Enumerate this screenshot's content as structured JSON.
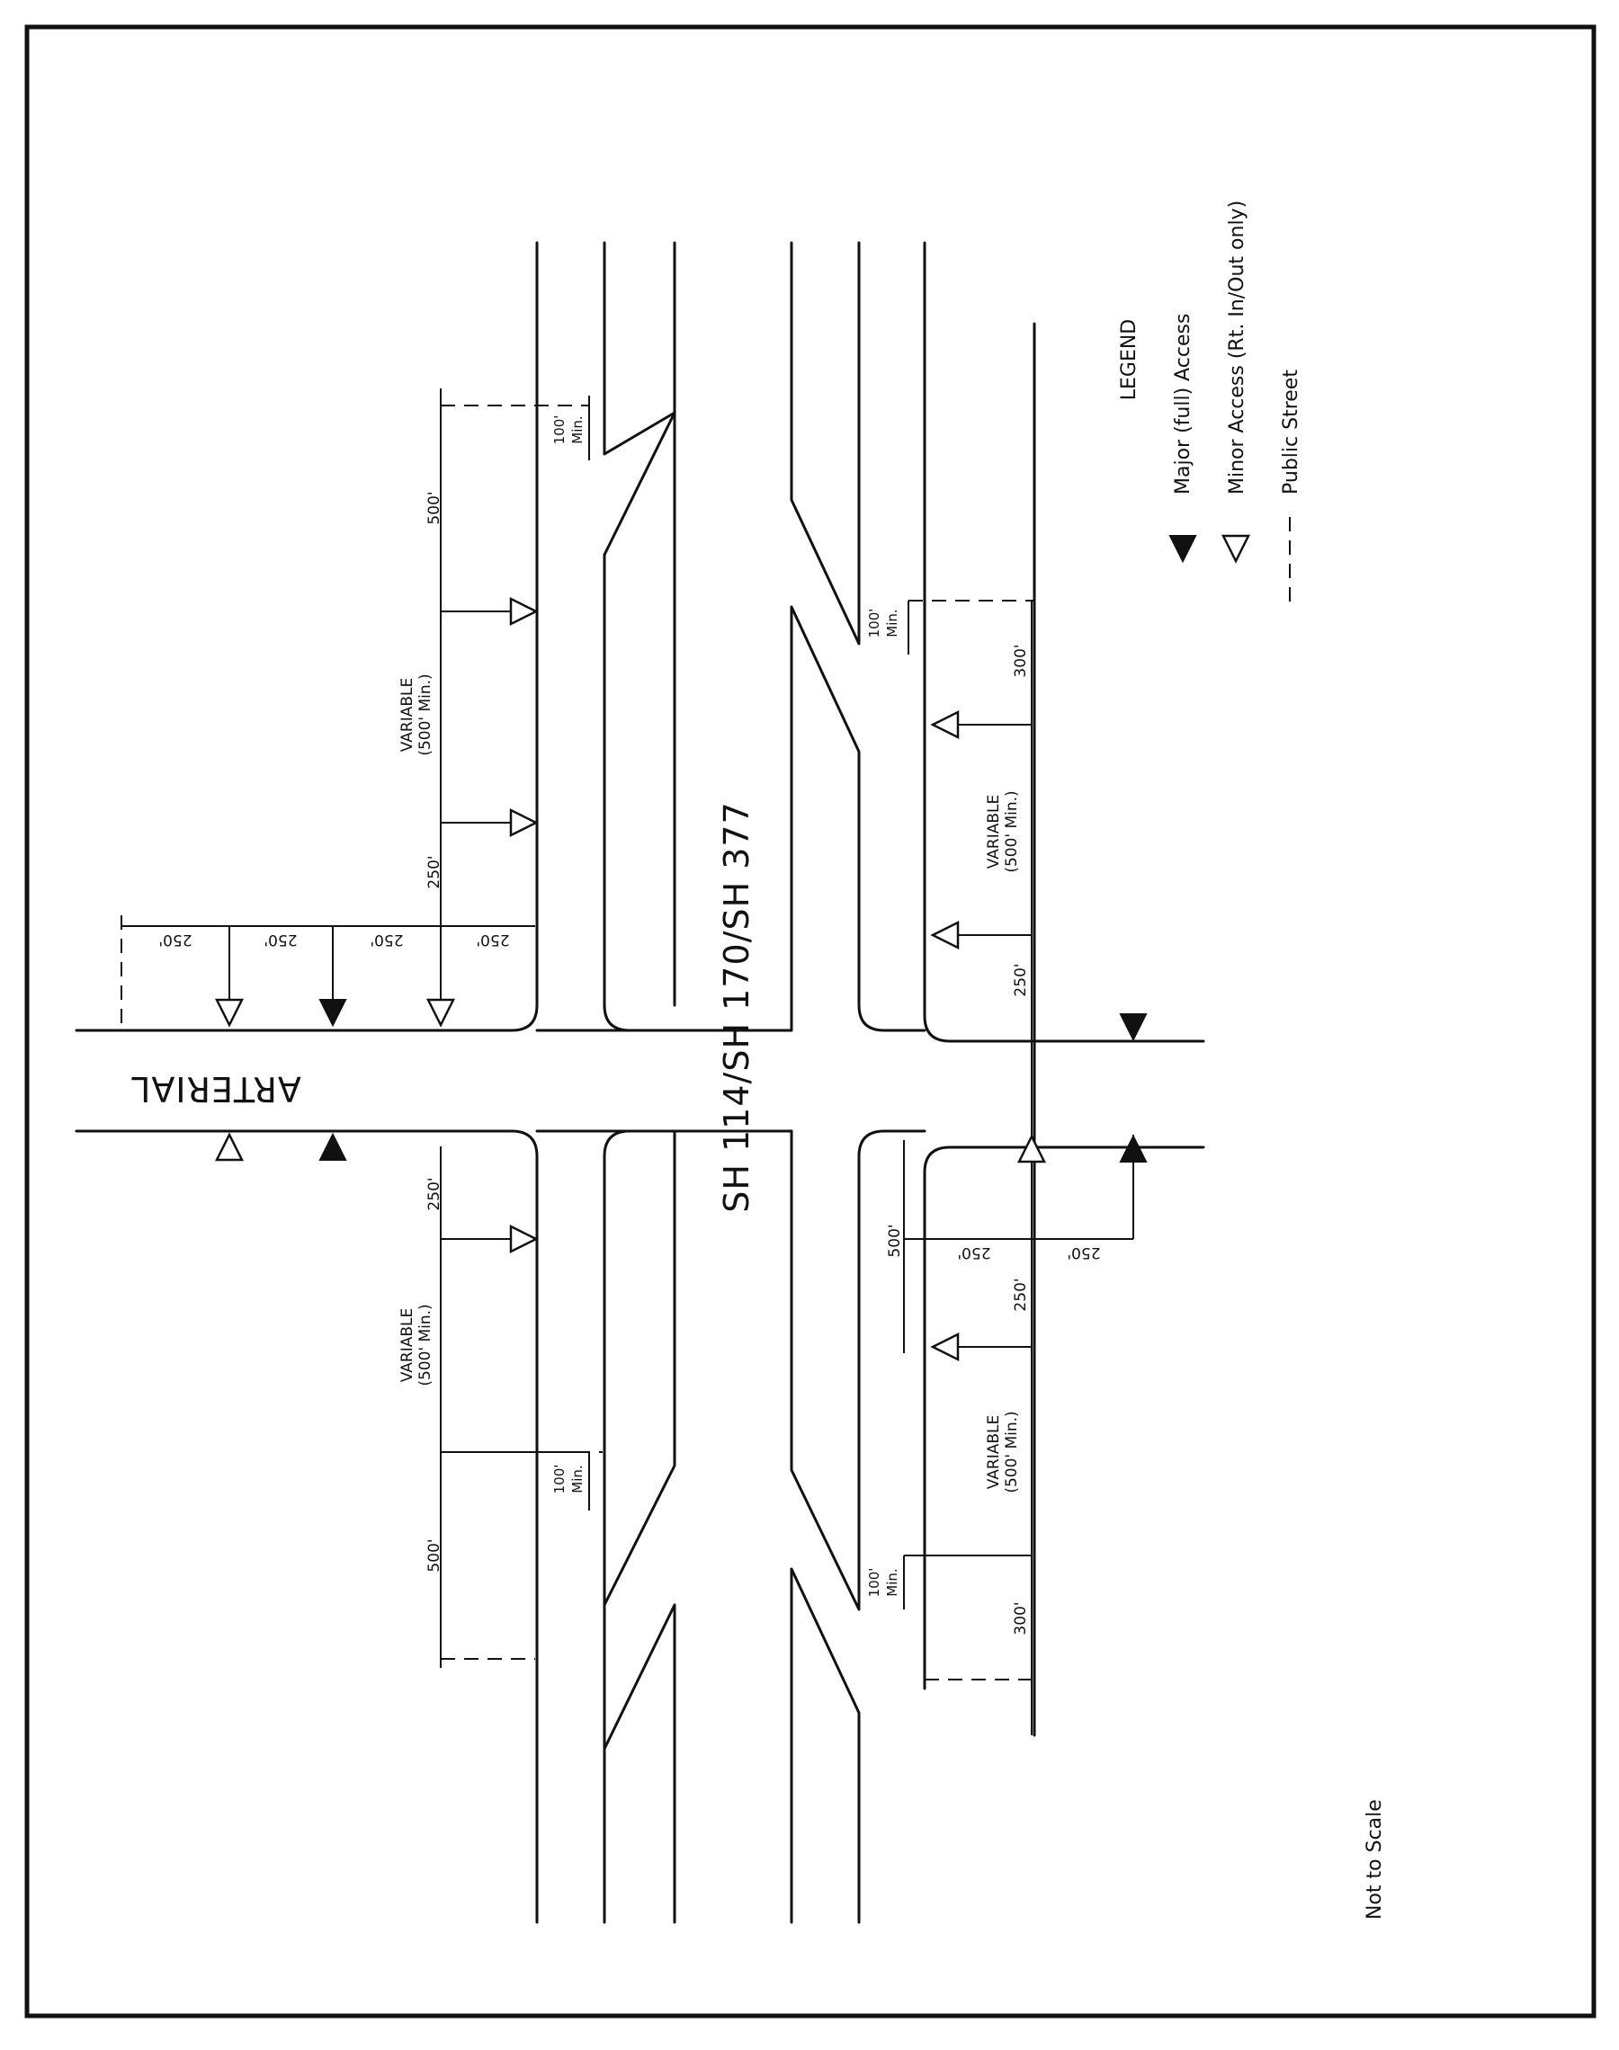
{
  "highway_label": "SH 114/SH 170/SH 377",
  "arterial_label": "ARTERIAL",
  "dimensions": {
    "d500": "500'",
    "d250": "250'",
    "d300": "300'",
    "d100": "100'",
    "min": "Min.",
    "variable": "VARIABLE",
    "variable_min": "(500' Min.)"
  },
  "legend": {
    "title": "LEGEND",
    "major": "Major (full) Access",
    "minor": "Minor Access (Rt. In/Out only)",
    "street": "Public Street"
  },
  "note": "Not to Scale",
  "colors": {
    "ink": "#111111",
    "paper": "#ffffff"
  }
}
